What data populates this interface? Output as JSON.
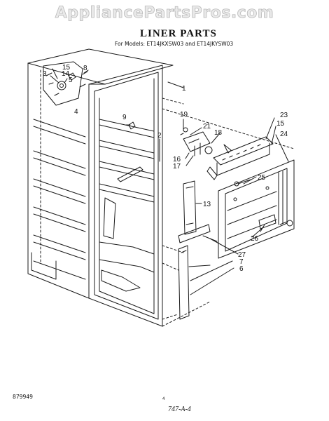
{
  "watermark": "AppliancePartsPros.com",
  "title": "LINER PARTS",
  "subtitle": "For Models: ET14JKXSW03 and ET14JKYSW03",
  "doc_number": "879949",
  "page_number": "4",
  "signature": "747-A-4",
  "callouts": {
    "c1": "1",
    "c2": "2",
    "c3": "3",
    "c4": "4",
    "c5": "5",
    "c6": "6",
    "c7": "7",
    "c8": "8",
    "c9": "9",
    "c13": "13",
    "c14": "14",
    "c15a": "15",
    "c15b": "15",
    "c16": "16",
    "c17": "17",
    "c18": "18",
    "c19": "19",
    "c21": "21",
    "c23": "23",
    "c24": "24",
    "c25": "25",
    "c26": "26",
    "c27": "27"
  }
}
